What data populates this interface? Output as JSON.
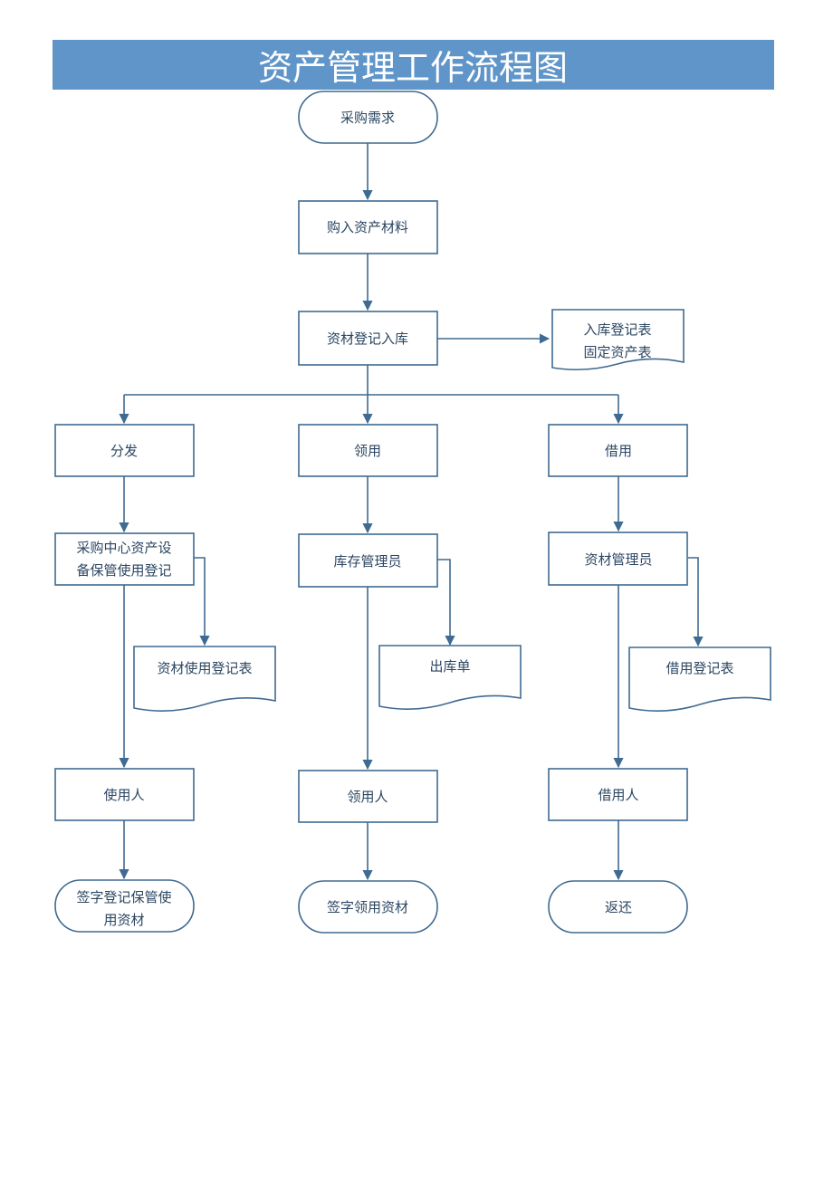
{
  "title": "资产管理工作流程图",
  "nodes": {
    "purchase_need": "采购需求",
    "buy_materials": "购入资产材料",
    "register_store": "资材登记入库",
    "doc_store": [
      "入库登记表",
      "固定资产表"
    ],
    "distribute": "分发",
    "claim": "领用",
    "borrow": "借用",
    "center_custody": [
      "采购中心资产设",
      "备保管使用登记"
    ],
    "stock_manager": "库存管理员",
    "material_manager": "资材管理员",
    "doc_usage": "资材使用登记表",
    "doc_outbound": "出库单",
    "doc_borrow": "借用登记表",
    "user": "使用人",
    "claimer": "领用人",
    "borrower": "借用人",
    "end_sign_custody": [
      "签字登记保管使",
      "用资材"
    ],
    "end_sign_claim": "签字领用资材",
    "end_return": "返还"
  }
}
